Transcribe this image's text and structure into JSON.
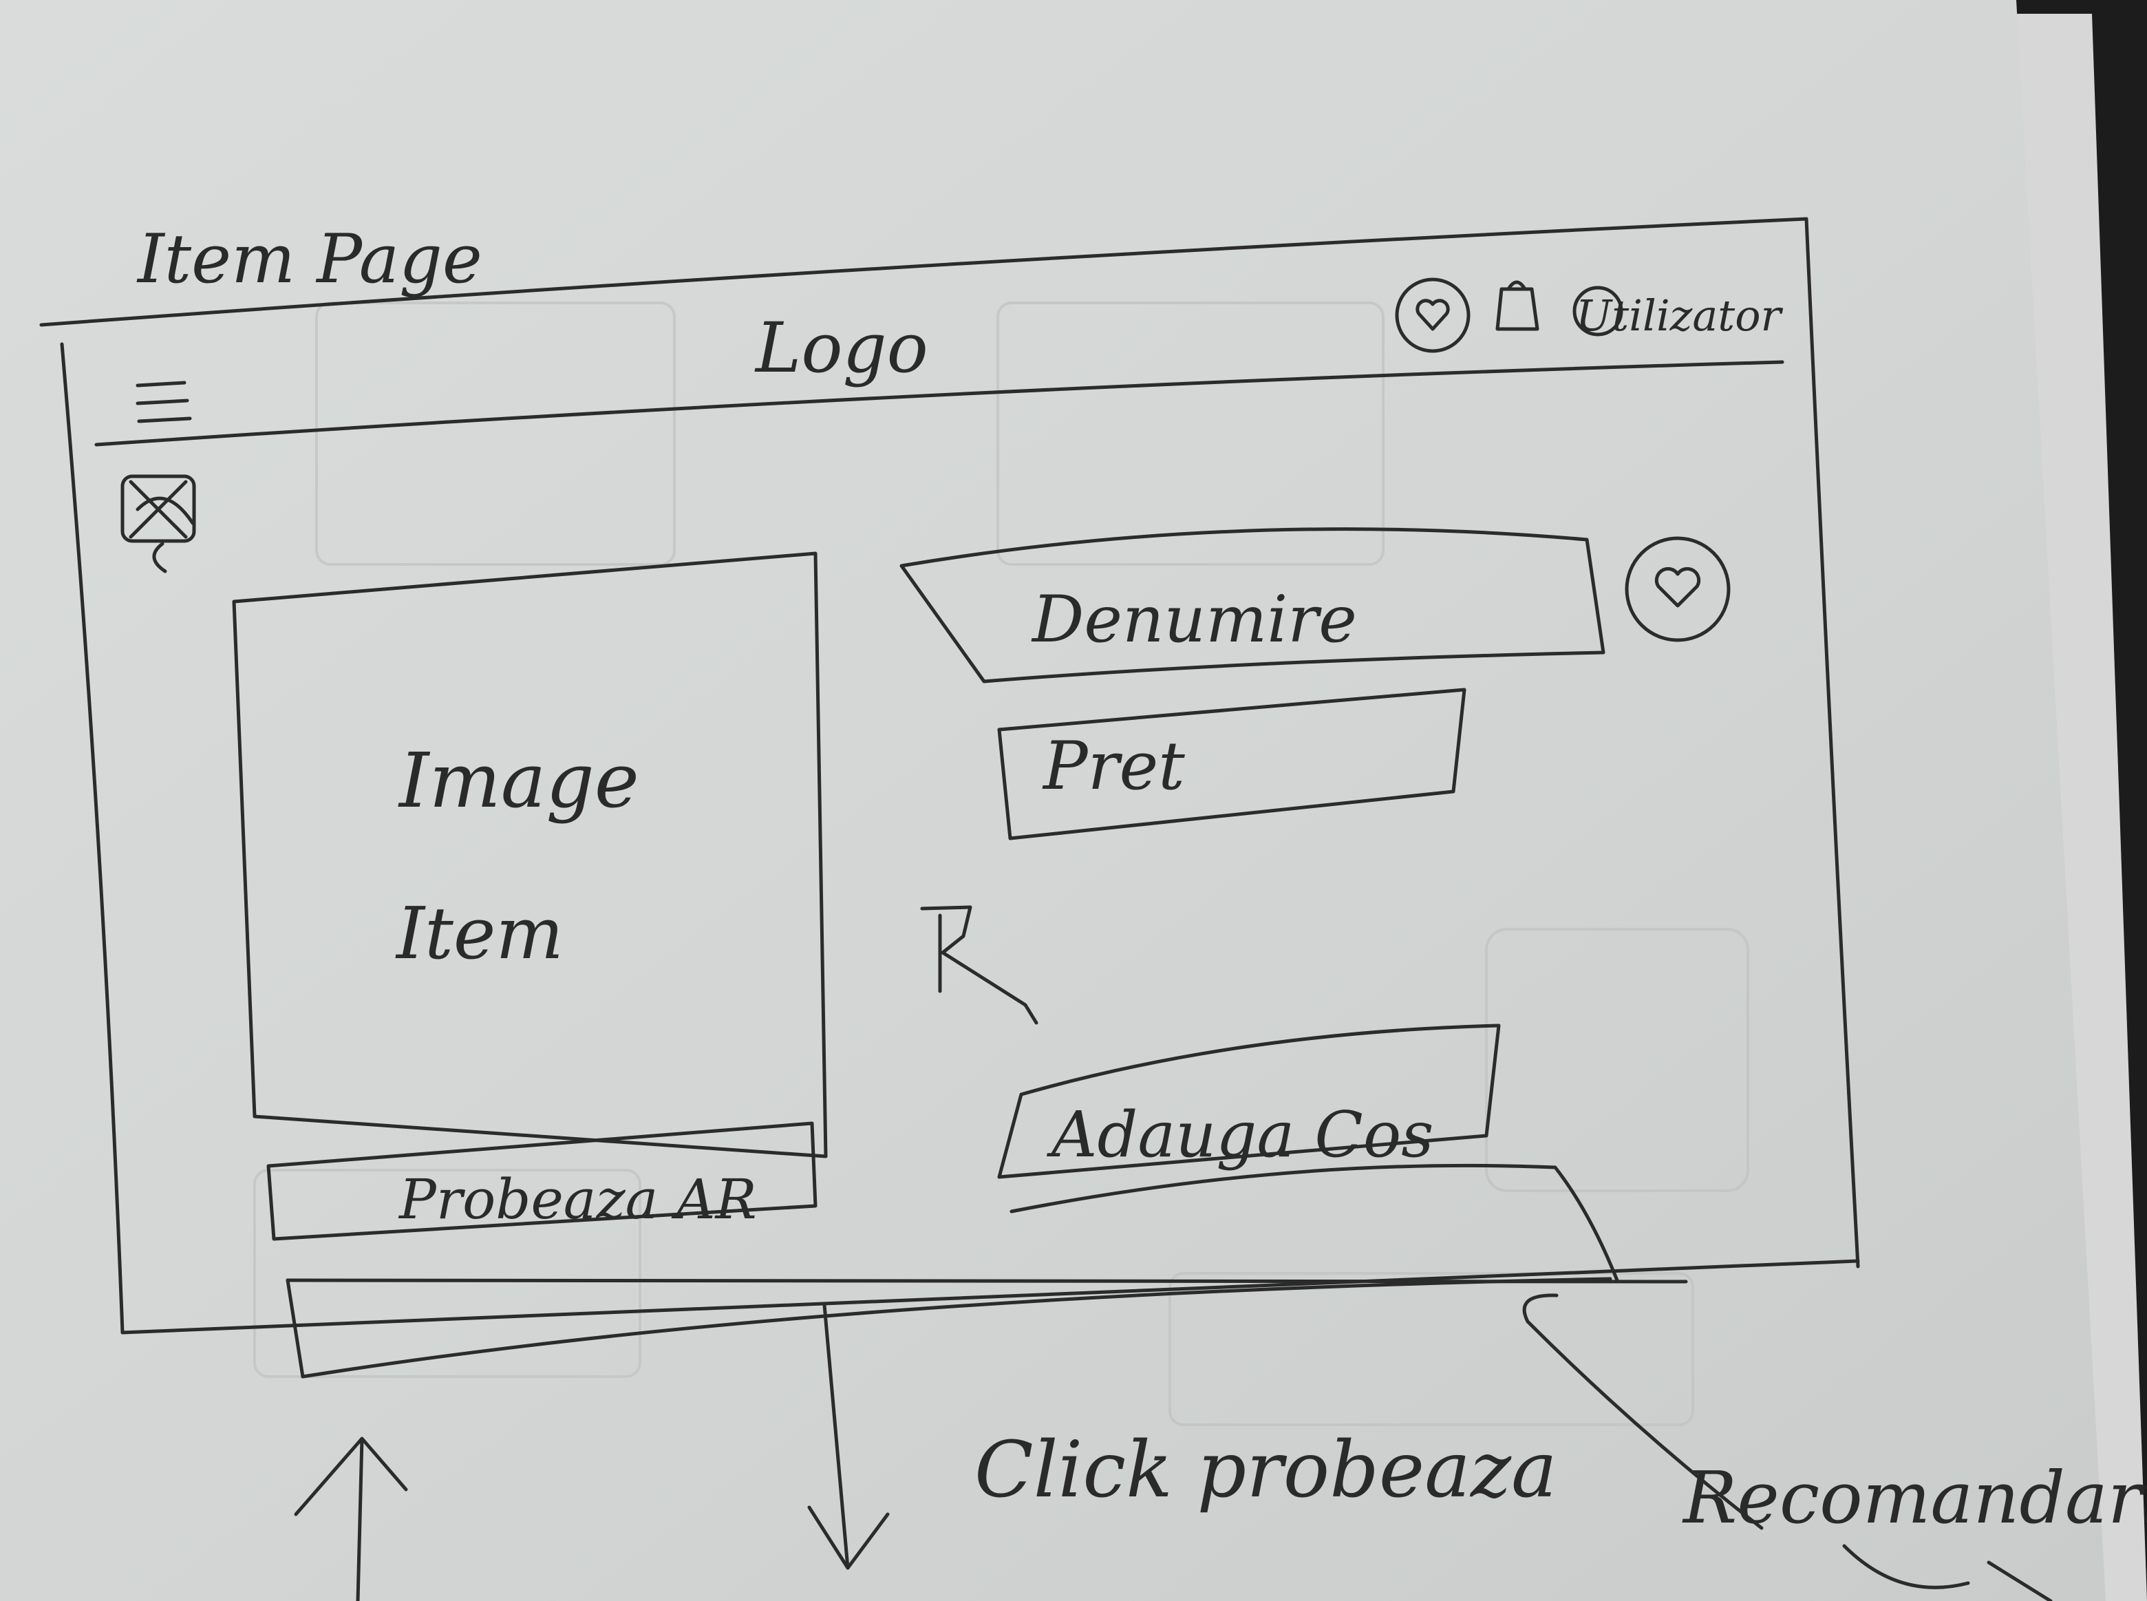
{
  "sketch": {
    "title": "Item Page",
    "header": {
      "logo": "Logo",
      "user_label": "Utilizator",
      "menu_icon": "hamburger-menu-icon",
      "favorites_icon": "heart-circle-icon",
      "bag_icon": "shopping-bag-icon",
      "user_icon": "user-circle-icon"
    },
    "product": {
      "image_line1": "Image",
      "image_line2": "Item",
      "try_ar_label": "Probeaza AR",
      "name_label": "Denumire",
      "price_label": "Pret",
      "rating_label": "R",
      "add_to_cart_label": "Adauga Cos",
      "favorite_icon": "heart-circle-icon",
      "close_icon": "close-icon"
    },
    "annotations": {
      "click_try": "Click probeaza",
      "recommendations": "Recomandari"
    }
  }
}
